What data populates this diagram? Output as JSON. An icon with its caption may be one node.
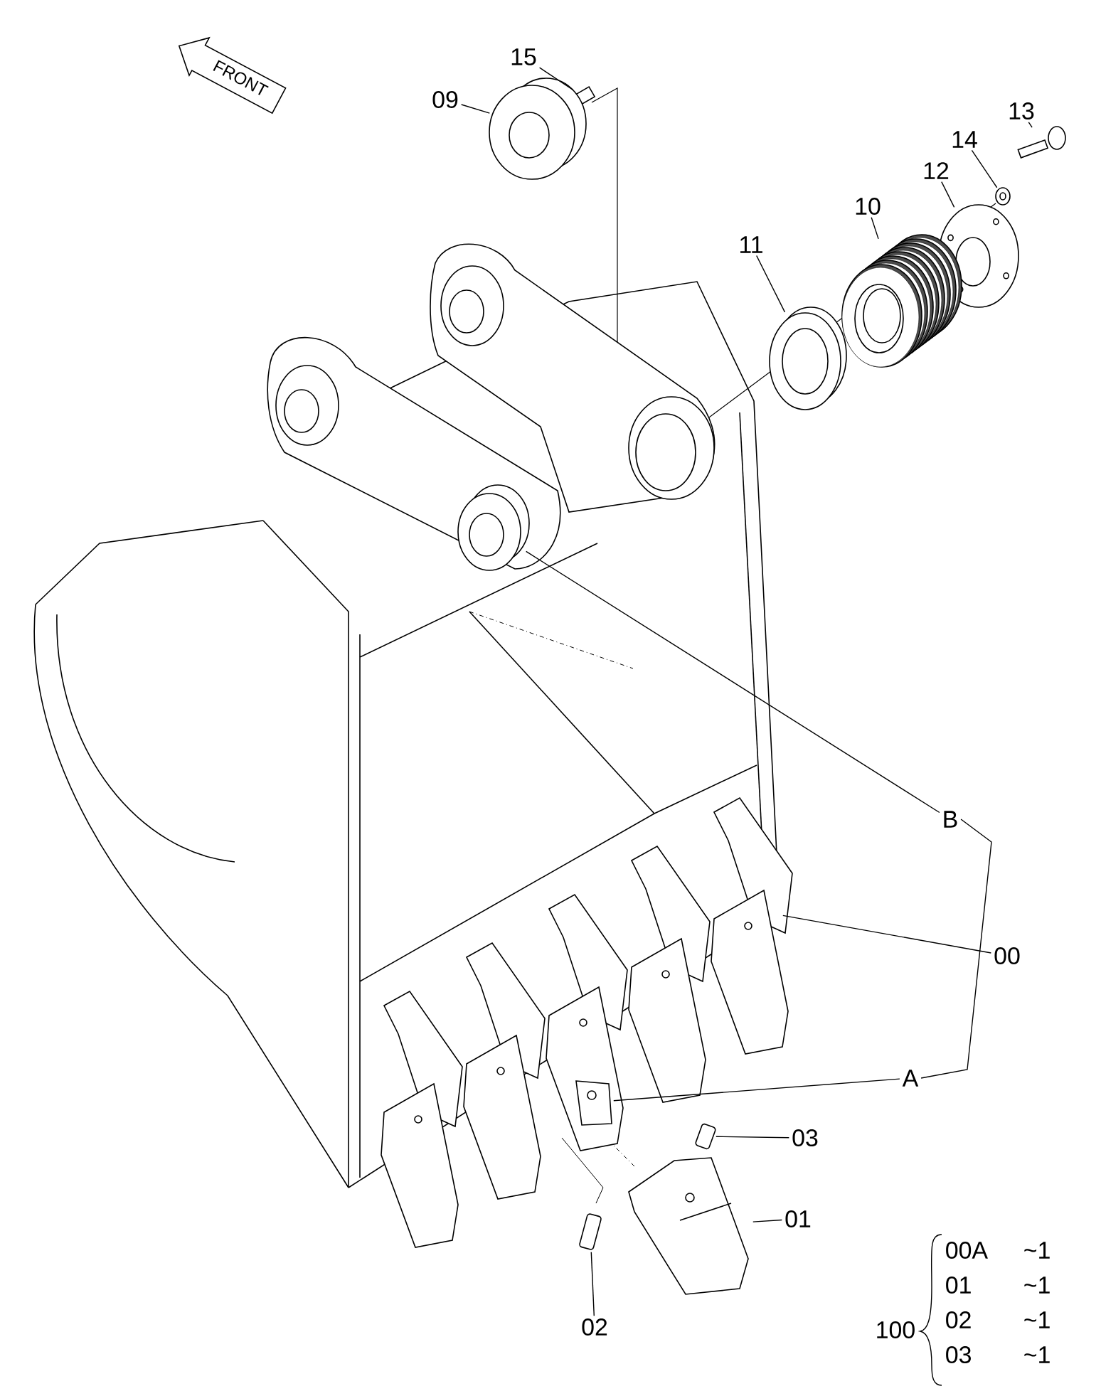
{
  "diagram": {
    "nodes": [
      {
        "text": [
          "15"
        ]
      },
      {
        "text": [],
        "shape": "picture"
      },
      {
        "text": [
          "09"
        ]
      },
      {
        "text": [],
        "shape": "picture"
      },
      {
        "text": [
          "13"
        ]
      },
      {
        "text": [],
        "shape": "picture"
      },
      {
        "text": [
          "14"
        ]
      },
      {
        "text": [],
        "shape": "picture"
      },
      {
        "text": [
          "12"
        ]
      },
      {
        "text": [],
        "shape": "picture"
      },
      {
        "text": [
          "10"
        ]
      },
      {
        "text": [],
        "shape": "picture"
      },
      {
        "text": [
          "11"
        ]
      },
      {
        "text": [],
        "shape": "picture"
      },
      {
        "text": [],
        "shape": "picture"
      },
      {
        "text": [],
        "shape": "picture",
        "in": 14
      },
      {
        "text": [],
        "shape": "picture",
        "in": 14
      },
      {
        "text": [
          "B"
        ]
      },
      {
        "text": [
          "00"
        ]
      },
      {
        "text": [
          "A"
        ]
      },
      {
        "text": [
          "03"
        ]
      },
      {
        "text": [],
        "shape": "picture",
        "in": 14
      },
      {
        "text": [
          "01"
        ]
      },
      {
        "text": [],
        "shape": "picture"
      },
      {
        "text": [
          "02"
        ]
      },
      {
        "text": [],
        "shape": "picture",
        "in": 14
      }
    ],
    "edges": [
      {
        "from": 0,
        "to": 1,
        "arrow": "none"
      },
      {
        "from": 2,
        "to": 3,
        "arrow": "none"
      },
      {
        "from": 4,
        "to": 5,
        "arrow": "none"
      },
      {
        "from": 6,
        "to": 7,
        "arrow": "none"
      },
      {
        "from": 8,
        "to": 9,
        "arrow": "none"
      },
      {
        "from": 10,
        "to": 11,
        "arrow": "none"
      },
      {
        "from": 12,
        "to": 13,
        "arrow": "none"
      },
      {
        "from": 17,
        "to": 15,
        "arrow": "none"
      },
      {
        "from": 18,
        "to": 14,
        "arrow": "none"
      },
      {
        "from": 19,
        "to": 16,
        "arrow": "none"
      },
      {
        "from": 20,
        "to": 21,
        "arrow": "none"
      },
      {
        "from": 22,
        "to": 23,
        "arrow": "none"
      },
      {
        "from": 24,
        "to": 25,
        "arrow": "none"
      },
      {
        "from": 17,
        "to": 19,
        "arrow": "none"
      }
    ],
    "labels": [
      "FRONT",
      "100",
      "00A",
      "~1",
      "01",
      "~1",
      "02",
      "~1",
      "03",
      "~1"
    ]
  }
}
